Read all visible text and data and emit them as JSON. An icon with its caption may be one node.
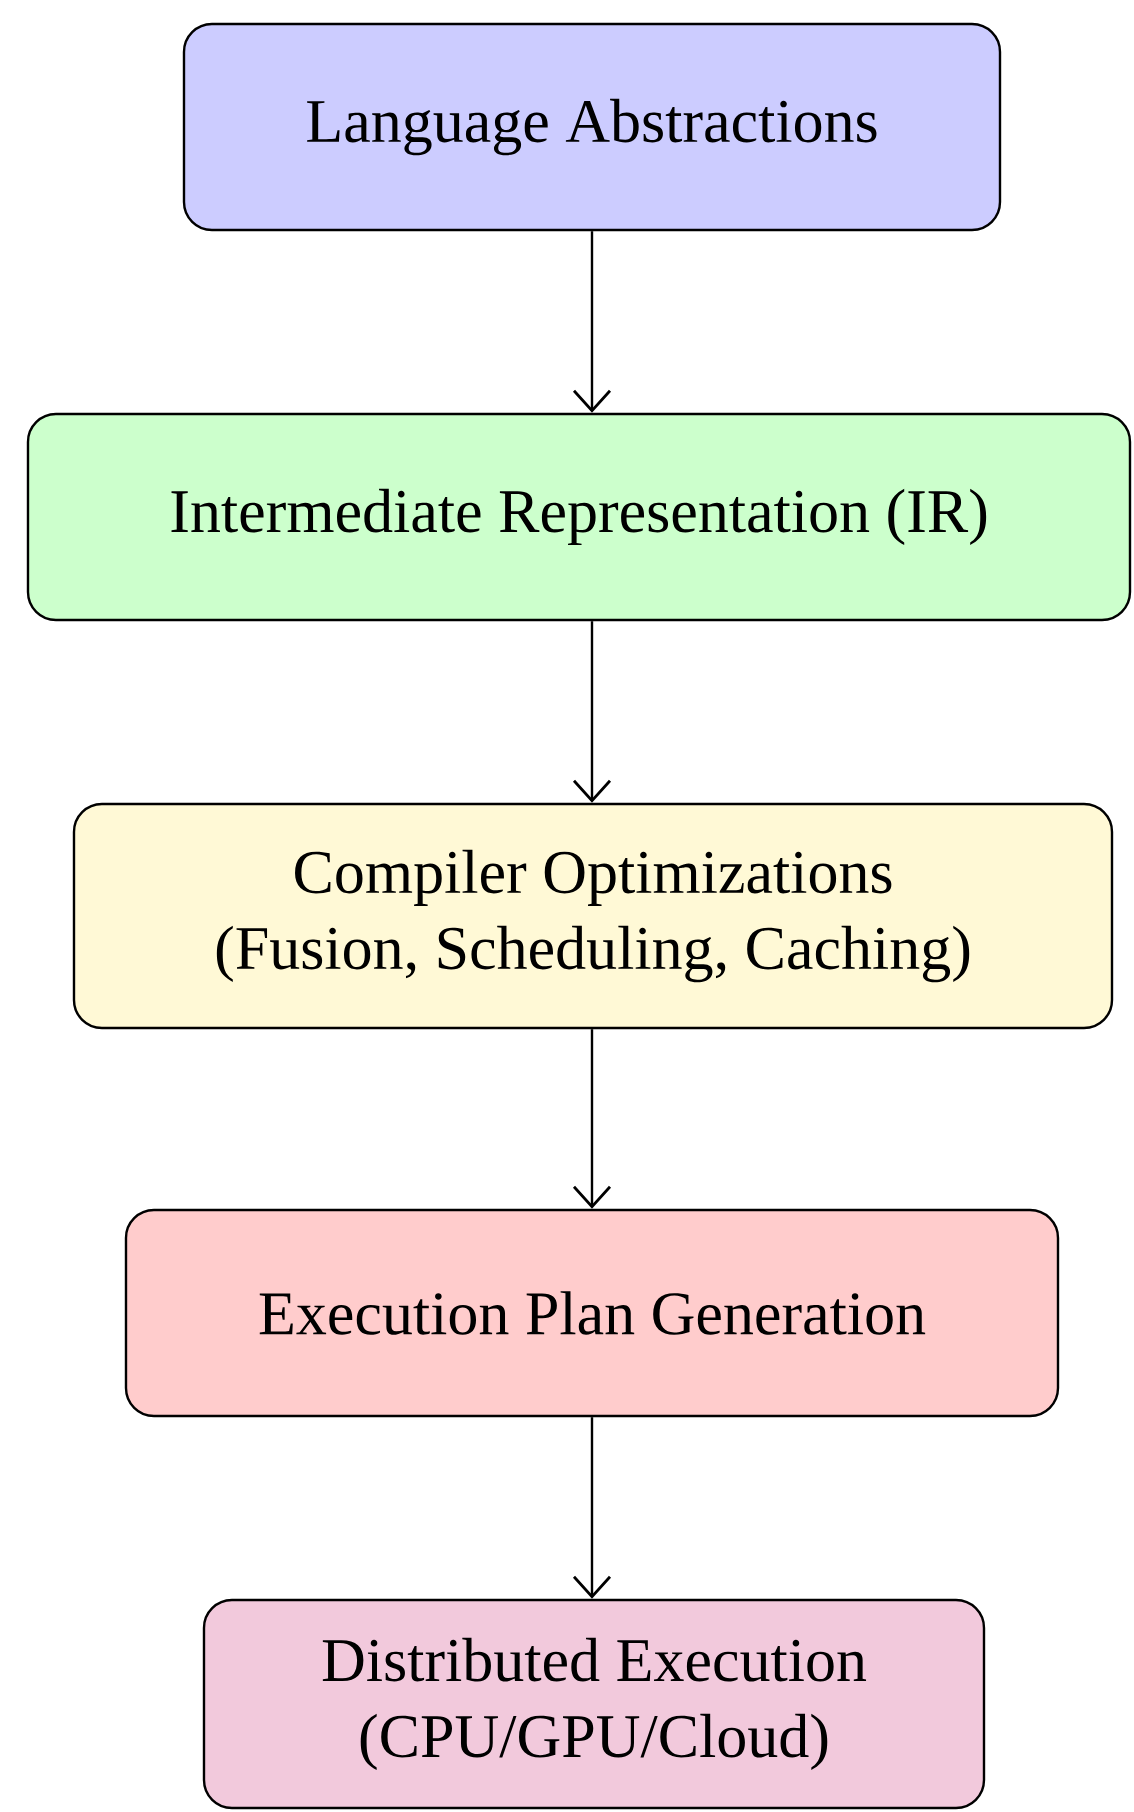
{
  "diagram": {
    "nodes": [
      {
        "text": [
          "Language Abstractions"
        ]
      },
      {
        "text": [
          "Intermediate Representation (IR)"
        ]
      },
      {
        "text": [
          "Compiler Optimizations",
          "(Fusion, Scheduling, Caching)"
        ]
      },
      {
        "text": [
          "Execution Plan Generation"
        ]
      },
      {
        "text": [
          "Distributed Execution",
          "(CPU/GPU/Cloud)"
        ]
      }
    ],
    "edges": [
      {
        "from": 0,
        "to": 1,
        "arrow": "to"
      },
      {
        "from": 1,
        "to": 2,
        "arrow": "to"
      },
      {
        "from": 2,
        "to": 3,
        "arrow": "to"
      },
      {
        "from": 3,
        "to": 4,
        "arrow": "to"
      }
    ]
  }
}
